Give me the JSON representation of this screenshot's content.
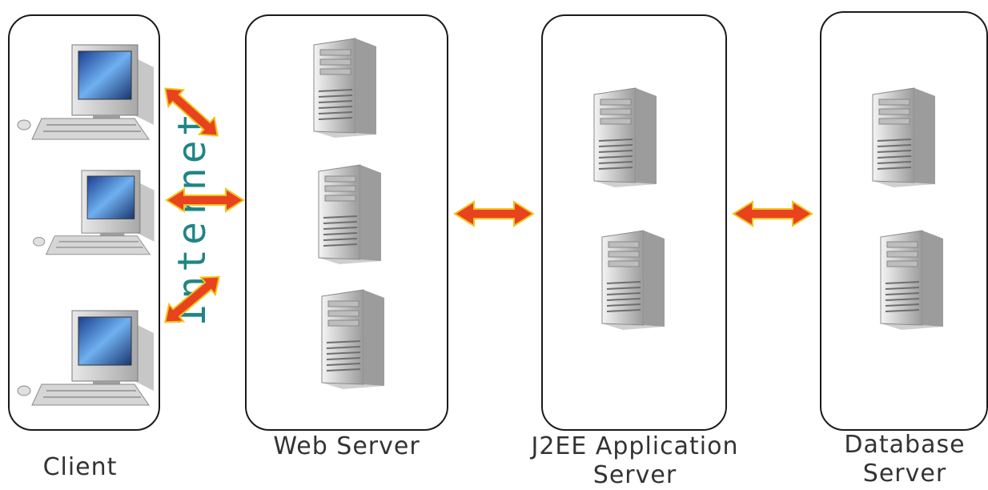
{
  "labels": {
    "client": "Client",
    "internet": "Internet",
    "web_server": "Web Server",
    "app_server_line1": "J2EE Application",
    "app_server_line2": "Server",
    "db_server_line1": "Database",
    "db_server_line2": "Server"
  },
  "icons": {
    "client": "desktop-computer-icon",
    "server": "server-tower-icon",
    "connection": "double-arrow-icon"
  },
  "counts": {
    "clients": 3,
    "web_servers": 3,
    "app_servers": 2,
    "db_servers": 2
  },
  "colors": {
    "internet_text": "#1f8585",
    "arrow_fill": "#e8421e",
    "arrow_tip": "#f0c419",
    "outline": "#1a1a1a"
  }
}
